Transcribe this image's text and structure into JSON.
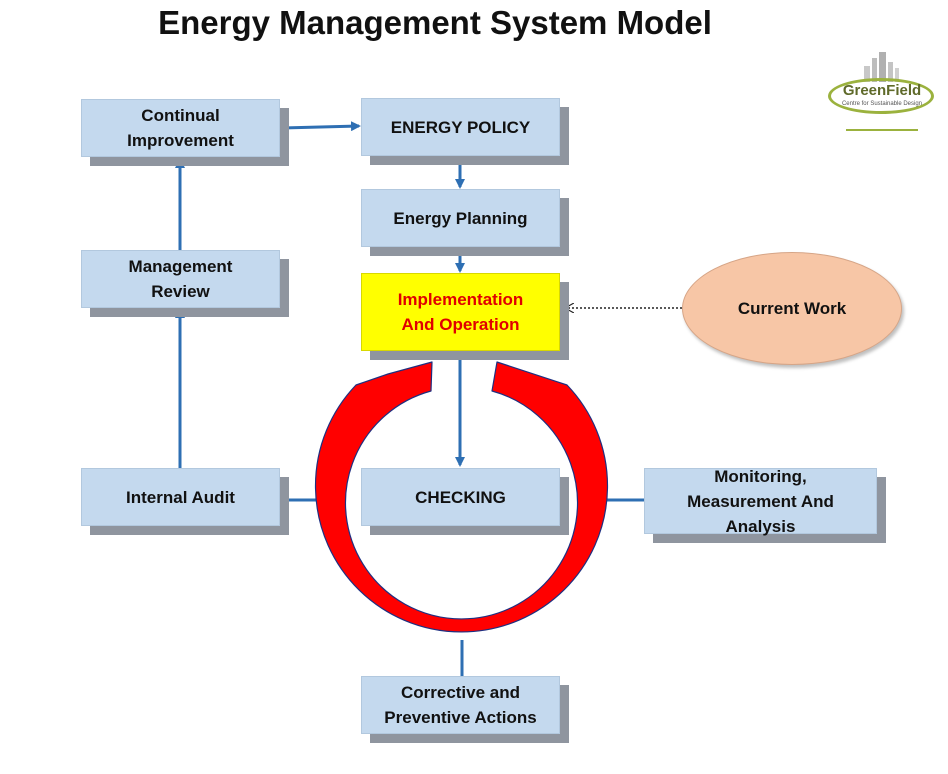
{
  "title": "Energy Management System Model",
  "logo": {
    "name": "GreenField",
    "tagline": "Centre for Sustainable Design",
    "accent": "#9bb23e"
  },
  "boxes": {
    "continual_improvement": "Continual\nImprovement",
    "energy_policy": "ENERGY POLICY",
    "energy_planning": "Energy Planning",
    "management_review": "Management\nReview",
    "implementation": "Implementation\nAnd Operation",
    "internal_audit": "Internal Audit",
    "checking": "CHECKING",
    "monitoring": "Monitoring,\nMeasurement And\nAnalysis",
    "corrective": "Corrective and\nPreventive Actions"
  },
  "current_work": "Current Work",
  "ghost_text": "Analysis",
  "colors": {
    "box_fill": "#c4d9ee",
    "box_shadow": "#8f959f",
    "arrow": "#2e6fb3",
    "cycle_arrow": "#ff0000",
    "highlight_fill": "#ffff00",
    "highlight_text": "#e00000",
    "ellipse_fill": "#f7c6a6"
  }
}
